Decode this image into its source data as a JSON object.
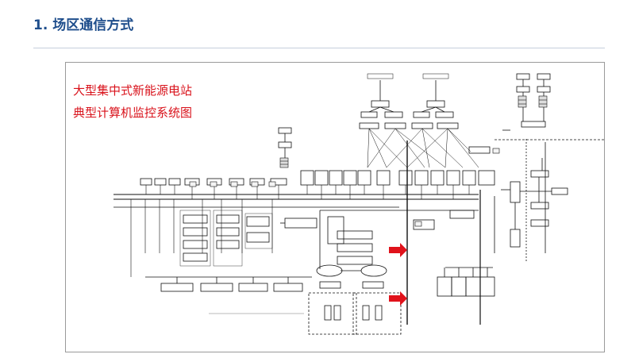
{
  "slide": {
    "title": "1. 场区通信方式"
  },
  "figure": {
    "heading_line1": "大型集中式新能源电站",
    "heading_line2": "典型计算机监控系统图"
  },
  "colors": {
    "title": "#1f4e8c",
    "heading": "#d9121b",
    "arrow": "#e0121b",
    "line": "#111111",
    "rule": "#c5cfdc"
  },
  "icons": [
    "red-arrow-icon",
    "red-arrow-icon",
    "firewall-icon",
    "firewall-icon",
    "firewall-icon",
    "workstation-icon"
  ]
}
